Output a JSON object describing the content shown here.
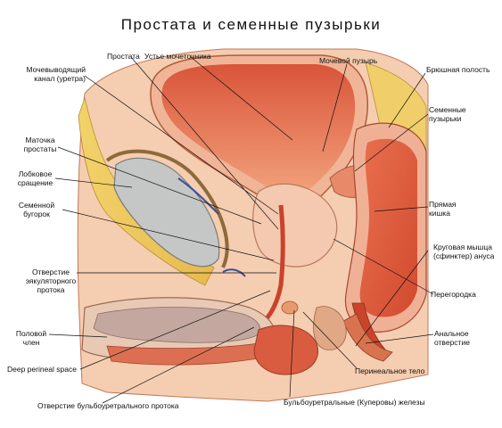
{
  "title": "Простата и семенные пузырьки",
  "labels": {
    "prostata": "Простата",
    "uste": "Устье мочеточника",
    "bladder": "Мочевой пузырь",
    "peritoneal": "Брюшная полость",
    "urethra_l1": "Мочевыводящий",
    "urethra_l2": "канал (уретра)",
    "vesicles_l1": "Семенные",
    "vesicles_l2": "пузырьки",
    "utricle_l1": "Маточка",
    "utricle_l2": "простаты",
    "pubic_l1": "Лобковое",
    "pubic_l2": "сращение",
    "rectum_l1": "Прямая",
    "rectum_l2": "кишка",
    "colliculus_l1": "Семенной",
    "colliculus_l2": "бугорок",
    "sphincter_l1": "Круговая мышца",
    "sphincter_l2": "(сфинктер) ануса",
    "ejac_l1": "Отверстие",
    "ejac_l2": "эякуляторного",
    "ejac_l3": "протока",
    "septum": "Перегородка",
    "penis_l1": "Половой",
    "penis_l2": "член",
    "anal_l1": "Анальное",
    "anal_l2": "отверстие",
    "deep_perineal": "Deep perineal space",
    "perineal_body": "Перинеальное тело",
    "bulbo_opening": "Отверстие бульбоуретрального протока",
    "bulbo_glands": "Бульбоуретральные (Куперовы) железы"
  }
}
